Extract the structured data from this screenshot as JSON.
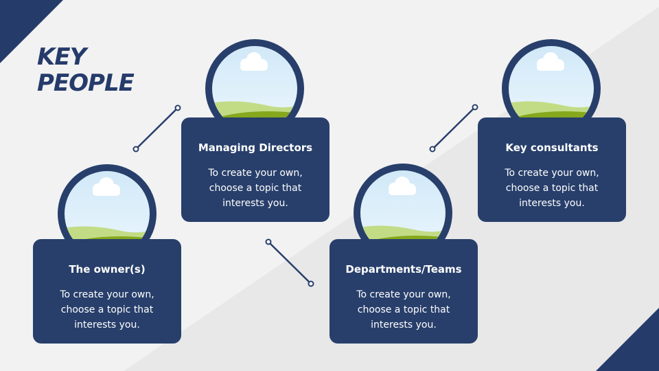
{
  "title": {
    "line1": "KEY",
    "line2": "PEOPLE"
  },
  "colors": {
    "navy": "#283f6b",
    "background": "#f2f2f3",
    "band": "#e8e8e9",
    "sky_top": "#cfe7f7",
    "sky_bottom": "#eaf6fd",
    "hill_light": "#c2dc86",
    "hill_dark": "#86a81d",
    "cloud": "#ffffff"
  },
  "people": [
    {
      "name": "The owner(s)",
      "description": "To create your own, choose a topic that interests you."
    },
    {
      "name": "Managing Directors",
      "description": "To create your own, choose a topic that interests you."
    },
    {
      "name": "Departments/Teams",
      "description": "To create your own, choose a topic that interests you."
    },
    {
      "name": "Key consultants",
      "description": "To create your own, choose a topic that interests you."
    }
  ]
}
